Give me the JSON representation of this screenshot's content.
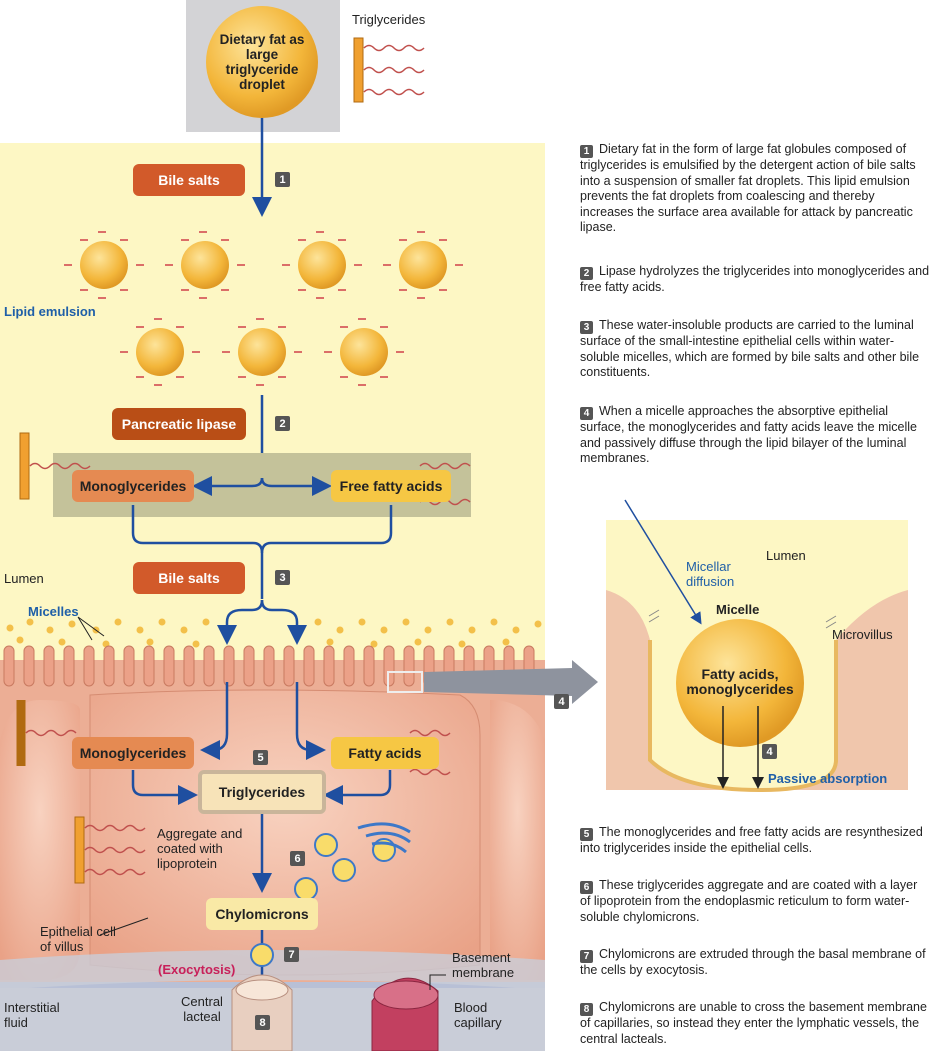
{
  "top": {
    "droplet_label": "Dietary fat as large triglyceride droplet",
    "triglycerides_label": "Triglycerides"
  },
  "steps_diagram": {
    "bile_salts_1": "Bile salts",
    "lipid_emulsion": "Lipid emulsion",
    "pancreatic_lipase": "Pancreatic lipase",
    "monoglycerides": "Monoglycerides",
    "free_fatty_acids": "Free fatty acids",
    "lumen": "Lumen",
    "bile_salts_3": "Bile salts",
    "micelles": "Micelles",
    "monoglycerides_cell": "Monoglycerides",
    "fatty_acids_cell": "Fatty acids",
    "triglycerides_cell": "Triglycerides",
    "aggregate": "Aggregate and coated with lipoprotein",
    "chylomicrons": "Chylomicrons",
    "epithelial": "Epithelial cell of villus",
    "exocytosis": "(Exocytosis)",
    "basement": "Basement membrane",
    "interstitial": "Interstitial fluid",
    "central_lacteal": "Central lacteal",
    "blood_capillary": "Blood capillary"
  },
  "step_numbers": [
    "1",
    "2",
    "3",
    "4",
    "5",
    "6",
    "7",
    "8"
  ],
  "inset": {
    "lumen": "Lumen",
    "micellar_diffusion": "Micellar diffusion",
    "micelle": "Micelle",
    "microvillus": "Microvillus",
    "contents": "Fatty acids, monoglycerides",
    "passive_absorption": "Passive absorption",
    "step": "4"
  },
  "descriptions": [
    {
      "num": "1",
      "text": "Dietary fat in the form of large fat globules composed of triglycerides is emulsified by the detergent action of bile salts into a suspension of smaller fat droplets. This lipid emulsion prevents the fat droplets from coalescing and thereby increases the surface area available for attack by pancreatic lipase."
    },
    {
      "num": "2",
      "text": "Lipase hydrolyzes the triglycerides into monoglycerides and free fatty acids."
    },
    {
      "num": "3",
      "text": "These water-insoluble products are carried to the luminal surface of the small-intestine epithelial cells within water-soluble micelles, which are formed by bile salts and other bile constituents."
    },
    {
      "num": "4",
      "text": "When a micelle approaches the absorptive epithelial surface, the monoglycerides and fatty acids leave the micelle and passively diffuse through the lipid bilayer of the luminal membranes."
    },
    {
      "num": "5",
      "text": "The monoglycerides and free fatty acids are resynthesized into triglycerides inside the epithelial cells."
    },
    {
      "num": "6",
      "text": "These triglycerides aggregate and are coated with a layer of lipoprotein from the endoplasmic reticulum to form water-soluble chylomicrons."
    },
    {
      "num": "7",
      "text": "Chylomicrons are extruded through the basal membrane of the cells by exocytosis."
    },
    {
      "num": "8",
      "text": "Chylomicrons are unable to cross the basement membrane of capillaries, so instead they enter the lymphatic vessels, the central lacteals."
    }
  ],
  "colors": {
    "lumen_bg": "#fdf7c4",
    "arrow_blue": "#1f4fa0",
    "droplet": "#f3b63a",
    "cell": "#f2b59c",
    "interstitial": "#c9cdd8"
  }
}
